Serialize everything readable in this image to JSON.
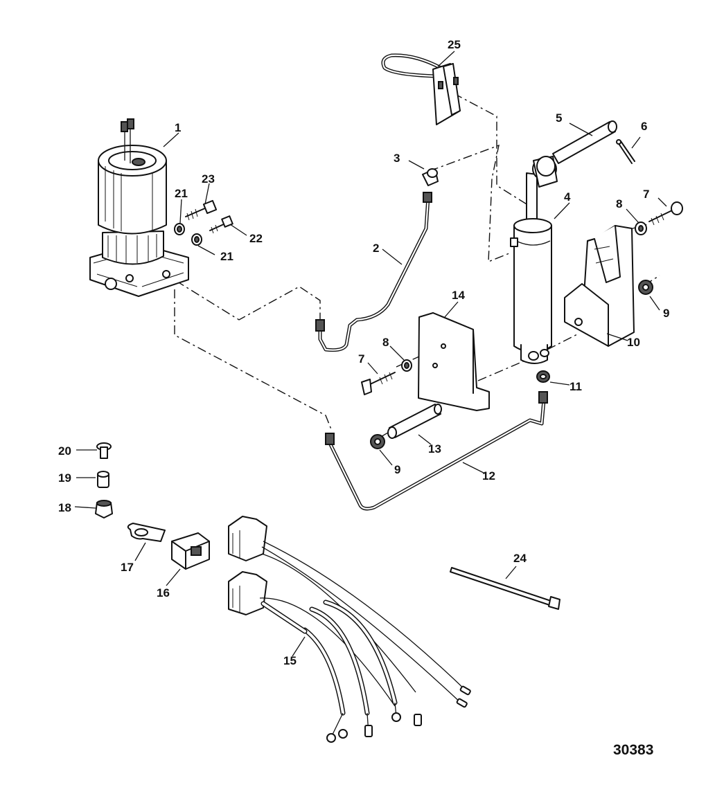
{
  "figure_number": "30383",
  "callouts": [
    {
      "id": "c1",
      "text": "1"
    },
    {
      "id": "c2",
      "text": "2"
    },
    {
      "id": "c3",
      "text": "3"
    },
    {
      "id": "c4",
      "text": "4"
    },
    {
      "id": "c5",
      "text": "5"
    },
    {
      "id": "c6",
      "text": "6"
    },
    {
      "id": "c7a",
      "text": "7"
    },
    {
      "id": "c7b",
      "text": "7"
    },
    {
      "id": "c8a",
      "text": "8"
    },
    {
      "id": "c8b",
      "text": "8"
    },
    {
      "id": "c9a",
      "text": "9"
    },
    {
      "id": "c9b",
      "text": "9"
    },
    {
      "id": "c10",
      "text": "10"
    },
    {
      "id": "c11",
      "text": "11"
    },
    {
      "id": "c12",
      "text": "12"
    },
    {
      "id": "c13",
      "text": "13"
    },
    {
      "id": "c14",
      "text": "14"
    },
    {
      "id": "c15",
      "text": "15"
    },
    {
      "id": "c16",
      "text": "16"
    },
    {
      "id": "c17",
      "text": "17"
    },
    {
      "id": "c18",
      "text": "18"
    },
    {
      "id": "c19",
      "text": "19"
    },
    {
      "id": "c20",
      "text": "20"
    },
    {
      "id": "c21a",
      "text": "21"
    },
    {
      "id": "c21b",
      "text": "21"
    },
    {
      "id": "c22",
      "text": "22"
    },
    {
      "id": "c23",
      "text": "23"
    },
    {
      "id": "c24",
      "text": "24"
    },
    {
      "id": "c25",
      "text": "25"
    }
  ]
}
